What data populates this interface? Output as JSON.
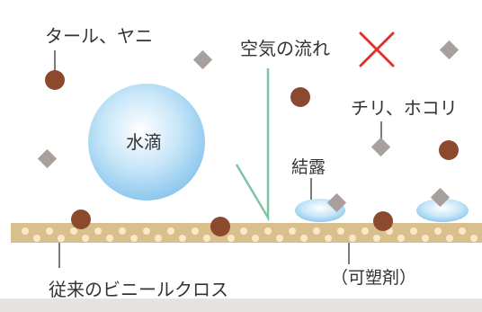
{
  "labels": {
    "tar_nicotine": "タール、ヤニ",
    "air_flow": "空気の流れ",
    "dust": "チリ、ホコリ",
    "water_drop": "水滴",
    "condensation": "結露",
    "vinyl_cloth": "従来のビニールクロス",
    "plasticizer": "（可塑剤）"
  },
  "colors": {
    "background": "#e6e3e1",
    "panel": "#ffffff",
    "surface": "#d9bf8e",
    "surface_dot": "#fbe8c6",
    "tar_particle": "#8b4a2e",
    "dust_particle": "#a8a09c",
    "water_drop": "#8ec8ee",
    "air_flow_line": "#7cc6a3",
    "cross_mark": "#e2322b",
    "leader_line": "#5a5a5a"
  },
  "icons": {
    "cross": "cross-icon",
    "tar": "brown-circle-icon",
    "dust": "gray-diamond-icon",
    "drop": "water-drop-icon"
  }
}
